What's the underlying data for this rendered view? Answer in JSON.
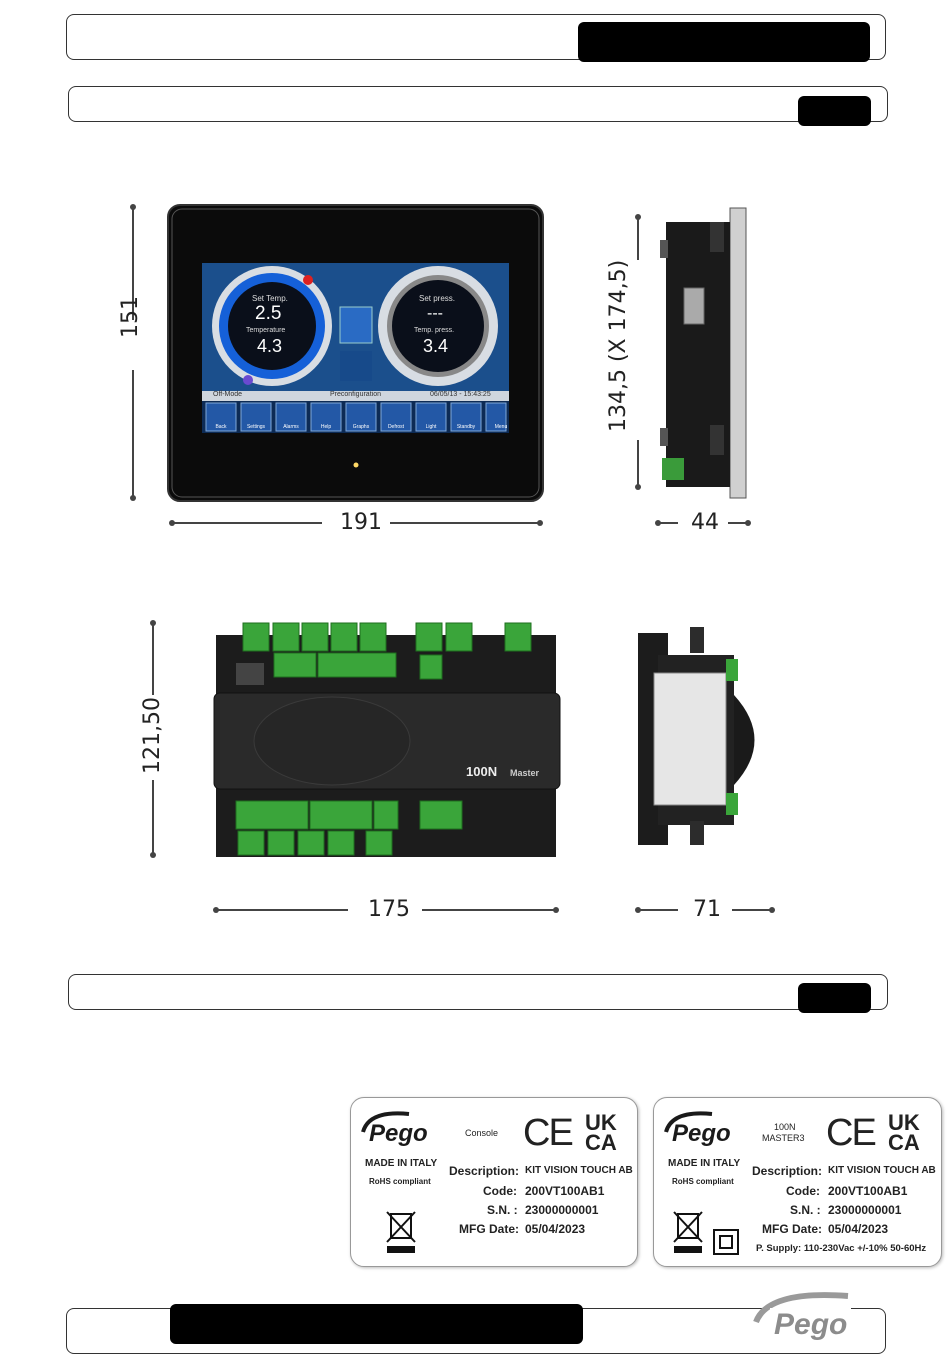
{
  "dimensions": {
    "console_height": "151",
    "console_width": "191",
    "console_depth_height": "134,5 (X 174,5)",
    "console_depth": "44",
    "module_height": "121,50",
    "module_width": "175",
    "module_depth": "71"
  },
  "screen": {
    "left_gauge_top": "Set Temp.",
    "left_gauge_value": "2.5",
    "left_gauge_mid": "Temperature",
    "left_gauge_value2": "4.3",
    "right_gauge_top": "Set press.",
    "right_gauge_value": "---",
    "right_gauge_mid": "Temp. press.",
    "right_gauge_value2": "3.4",
    "status_left": "Off-Mode",
    "status_mid": "Preconfiguration",
    "status_right": "06/05/13 - 15:43:25",
    "buttons": [
      "Back",
      "Settings",
      "Alarms",
      "Help",
      "Graphs",
      "Defrost",
      "Light",
      "Standby",
      "Menu"
    ]
  },
  "module_label": "100N",
  "module_label_sub": "Master",
  "labels": [
    {
      "brand": "Pego",
      "made_in": "MADE IN ITALY",
      "rohs": "RoHS compliant",
      "model": "Console",
      "description_key": "Description:",
      "description_val": "KIT VISION TOUCH AB",
      "code_key": "Code:",
      "code_val": "200VT100AB1",
      "sn_key": "S.N. :",
      "sn_val": "23000000001",
      "mfg_key": "MFG Date:",
      "mfg_val": "05/04/2023"
    },
    {
      "brand": "Pego",
      "made_in": "MADE IN ITALY",
      "rohs": "RoHS compliant",
      "model_line1": "100N",
      "model_line2": "MASTER3",
      "description_key": "Description:",
      "description_val": "KIT VISION TOUCH AB",
      "code_key": "Code:",
      "code_val": "200VT100AB1",
      "sn_key": "S.N. :",
      "sn_val": "23000000001",
      "mfg_key": "MFG Date:",
      "mfg_val": "05/04/2023",
      "supply": "P. Supply: 110-230Vac +/-10% 50-60Hz"
    }
  ],
  "ce_mark": "CE",
  "ukca_line1": "UK",
  "ukca_line2": "CA",
  "footer_logo": "Pego"
}
